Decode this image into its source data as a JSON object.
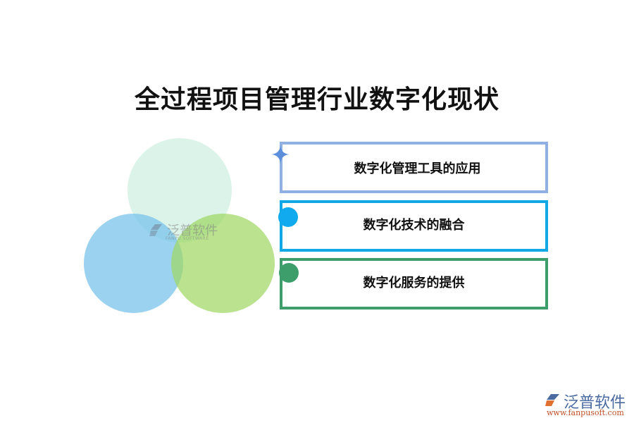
{
  "title": "全过程项目管理行业数字化现状",
  "items": [
    {
      "label": "数字化管理工具的应用",
      "border_color": "#8fb0e0",
      "marker": "star-icon"
    },
    {
      "label": "数字化技术的融合",
      "border_color": "#12a8e6",
      "marker": "dot-icon",
      "marker_color": "#12aaee"
    },
    {
      "label": "数字化服务的提供",
      "border_color": "#3d9e6c",
      "marker": "dot-icon",
      "marker_color": "#3d9e6c"
    }
  ],
  "circles": [
    {
      "name": "top",
      "color": "#c8ecdc"
    },
    {
      "name": "left",
      "color": "#78c3eb"
    },
    {
      "name": "right",
      "color": "#a0d764"
    }
  ],
  "watermark": {
    "text": "泛普软件",
    "sub": "FANPU SOFTWARE"
  },
  "logo": {
    "text": "泛普软件",
    "url": "www.fanpusoft.com"
  }
}
